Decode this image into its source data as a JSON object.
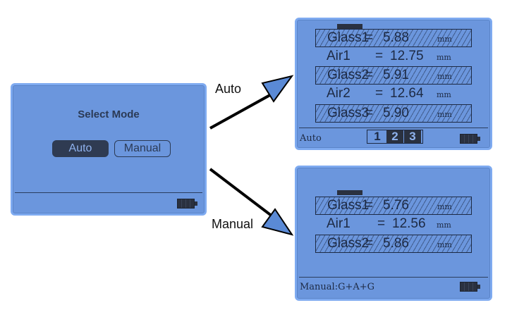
{
  "select_screen": {
    "title": "Select Mode",
    "options": [
      "Auto",
      "Manual"
    ],
    "selected": "Auto"
  },
  "arrows": {
    "auto_label": "Auto",
    "manual_label": "Manual"
  },
  "auto_screen": {
    "rows": [
      {
        "label": "Glass1",
        "eq": "=",
        "value": "5.88",
        "unit": "mm",
        "boxed": true
      },
      {
        "label": "Air1",
        "eq": "=",
        "value": "12.75",
        "unit": "mm",
        "boxed": false
      },
      {
        "label": "Glass2",
        "eq": "=",
        "value": "5.91",
        "unit": "mm",
        "boxed": true
      },
      {
        "label": "Air2",
        "eq": "=",
        "value": "12.64",
        "unit": "mm",
        "boxed": false
      },
      {
        "label": "Glass3",
        "eq": "=",
        "value": "5.90",
        "unit": "mm",
        "boxed": true
      }
    ],
    "status": "Auto",
    "pages": [
      "1",
      "2",
      "3"
    ]
  },
  "manual_screen": {
    "rows": [
      {
        "label": "Glass1",
        "eq": "=",
        "value": "5.76",
        "unit": "mm",
        "boxed": true
      },
      {
        "label": "Air1",
        "eq": "=",
        "value": "12.56",
        "unit": "mm",
        "boxed": false
      },
      {
        "label": "Glass2",
        "eq": "=",
        "value": "5.86",
        "unit": "mm",
        "boxed": true
      }
    ],
    "status": "Manual:G+A+G"
  },
  "colors": {
    "screen_bg": "#6b96dd",
    "screen_border": "#7eaaf0",
    "text_dark": "#1d2a44"
  }
}
